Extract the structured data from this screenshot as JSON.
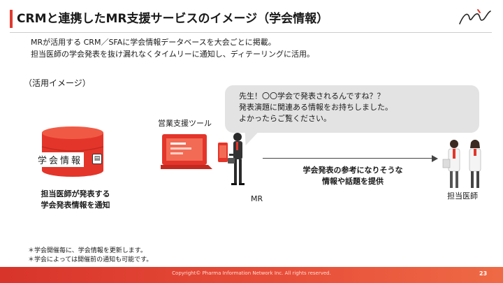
{
  "header": {
    "title": "CRMと連携したMR支援サービスのイメージ（学会情報）"
  },
  "intro": {
    "line1": "MRが活用する CRM／SFAに学会情報データベースを大会ごとに掲載。",
    "line2": "担当医師の学会発表を抜け漏れなくタイムリーに通知し、ディテーリングに活用。"
  },
  "example_label": "（活用イメージ）",
  "bubble": {
    "line1": "先生！〇〇学会で発表されるんですね？？",
    "line2": "発表演題に関連ある情報をお持ちしました。",
    "line3": "よかったらご覧ください。"
  },
  "sales_tool_label": "営業支援ツール",
  "database": {
    "label": "学会情報",
    "caption_line1": "担当医師が発表する",
    "caption_line2": "学会発表情報を通知"
  },
  "mr_label": "MR",
  "arrow": {
    "line1": "学会発表の参考になりそうな",
    "line2": "情報や話題を提供"
  },
  "doctor_label": "担当医師",
  "notes": {
    "line1": "＊学会開催毎に、学会情報を更新します。",
    "line2": "＊学会によっては開催前の通知も可能です。"
  },
  "footer": {
    "copyright": "Copyright© Pharma Information Network Inc. All rights reserved.",
    "page_number": "23"
  },
  "colors": {
    "accent": "#e03a2f",
    "bubble": "#e3e3e3",
    "footer": "#e8503a"
  },
  "icons": {
    "database": "database-cylinder-icon",
    "badge": "document-badge-icon",
    "illustration": "mr-with-laptop-illustration",
    "doctors": "doctors-illustration",
    "logo": "brand-signature-logo"
  }
}
